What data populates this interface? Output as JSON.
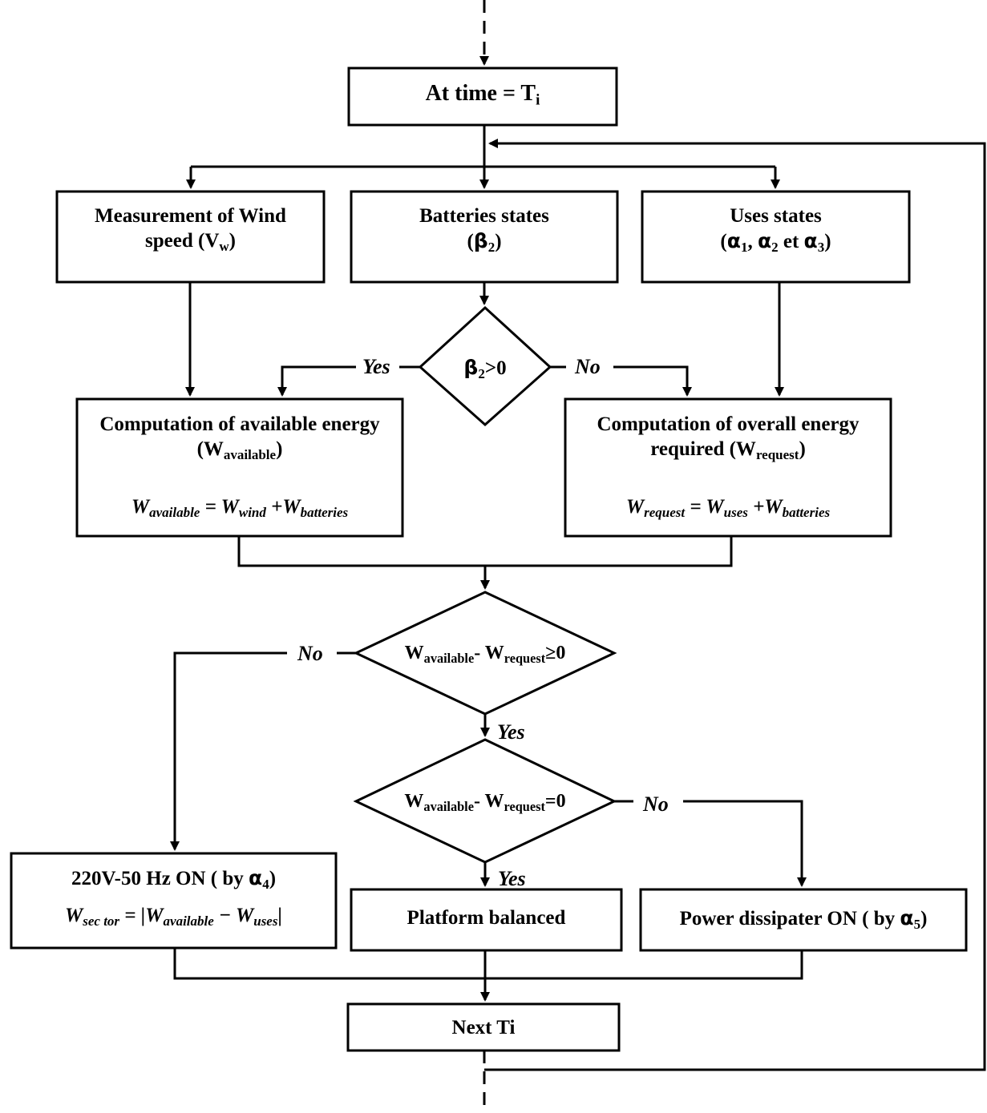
{
  "nodes": {
    "start": {
      "text": "At time = T",
      "sub": "i"
    },
    "wind": {
      "line1": "Measurement of Wind",
      "line2_pre": "speed (V",
      "line2_sub": "w",
      "line2_post": ")"
    },
    "batteries": {
      "line1": "Batteries states",
      "line2_pre": "(",
      "line2_greek": "β",
      "line2_sub": "2",
      "line2_post": ")"
    },
    "uses": {
      "line1": "Uses states",
      "a1": "α",
      "s1": "1",
      "sep1": ", ",
      "a2": "α",
      "s2": "2",
      "mid": " et ",
      "a3": "α",
      "s3": "3",
      "open": "(",
      "close": ")"
    },
    "decision_beta": {
      "greek": "β",
      "sub": "2",
      "rest": ">0"
    },
    "available": {
      "line1": "Computation of available energy",
      "line2_pre": "(W",
      "line2_sub": "available",
      "line2_post": ")",
      "eq": {
        "w1": "W",
        "s1": "available",
        "op1": " = ",
        "w2": "W",
        "s2": "wind",
        "op2": " +",
        "w3": "W",
        "s3": "batteries"
      }
    },
    "request": {
      "line1": "Computation of overall energy",
      "line2_pre": "required (W",
      "line2_sub": "request",
      "line2_post": ")",
      "eq": {
        "w1": "W",
        "s1": "request",
        "op1": " = ",
        "w2": "W",
        "s2": "uses",
        "op2": " +",
        "w3": "W",
        "s3": "batteries"
      }
    },
    "decision_ge": {
      "w1": "W",
      "s1": "available",
      "minus": "- ",
      "w2": "W",
      "s2": "request",
      "rest": "≥0"
    },
    "decision_eq": {
      "w1": "W",
      "s1": "available",
      "minus": "- ",
      "w2": "W",
      "s2": "request",
      "rest": "=0"
    },
    "grid": {
      "line1_pre": "220V-50 Hz ON ( by ",
      "line1_greek": "α",
      "line1_sub": "4",
      "line1_post": ")",
      "eq": {
        "w1": "W",
        "s1": "sec tor",
        "op1": " = |",
        "w2": "W",
        "s2": "available",
        "op2": " − ",
        "w3": "W",
        "s3": "uses",
        "close": "|"
      }
    },
    "balanced": {
      "text": "Platform balanced"
    },
    "dissipater": {
      "pre": "Power dissipater ON ( by ",
      "greek": "α",
      "sub": "5",
      "post": ")"
    },
    "next": {
      "text": "Next Ti"
    }
  },
  "labels": {
    "yes_beta": "Yes",
    "no_beta": "No",
    "no_ge": "No",
    "yes_ge": "Yes",
    "no_eq": "No",
    "yes_eq": "Yes"
  }
}
